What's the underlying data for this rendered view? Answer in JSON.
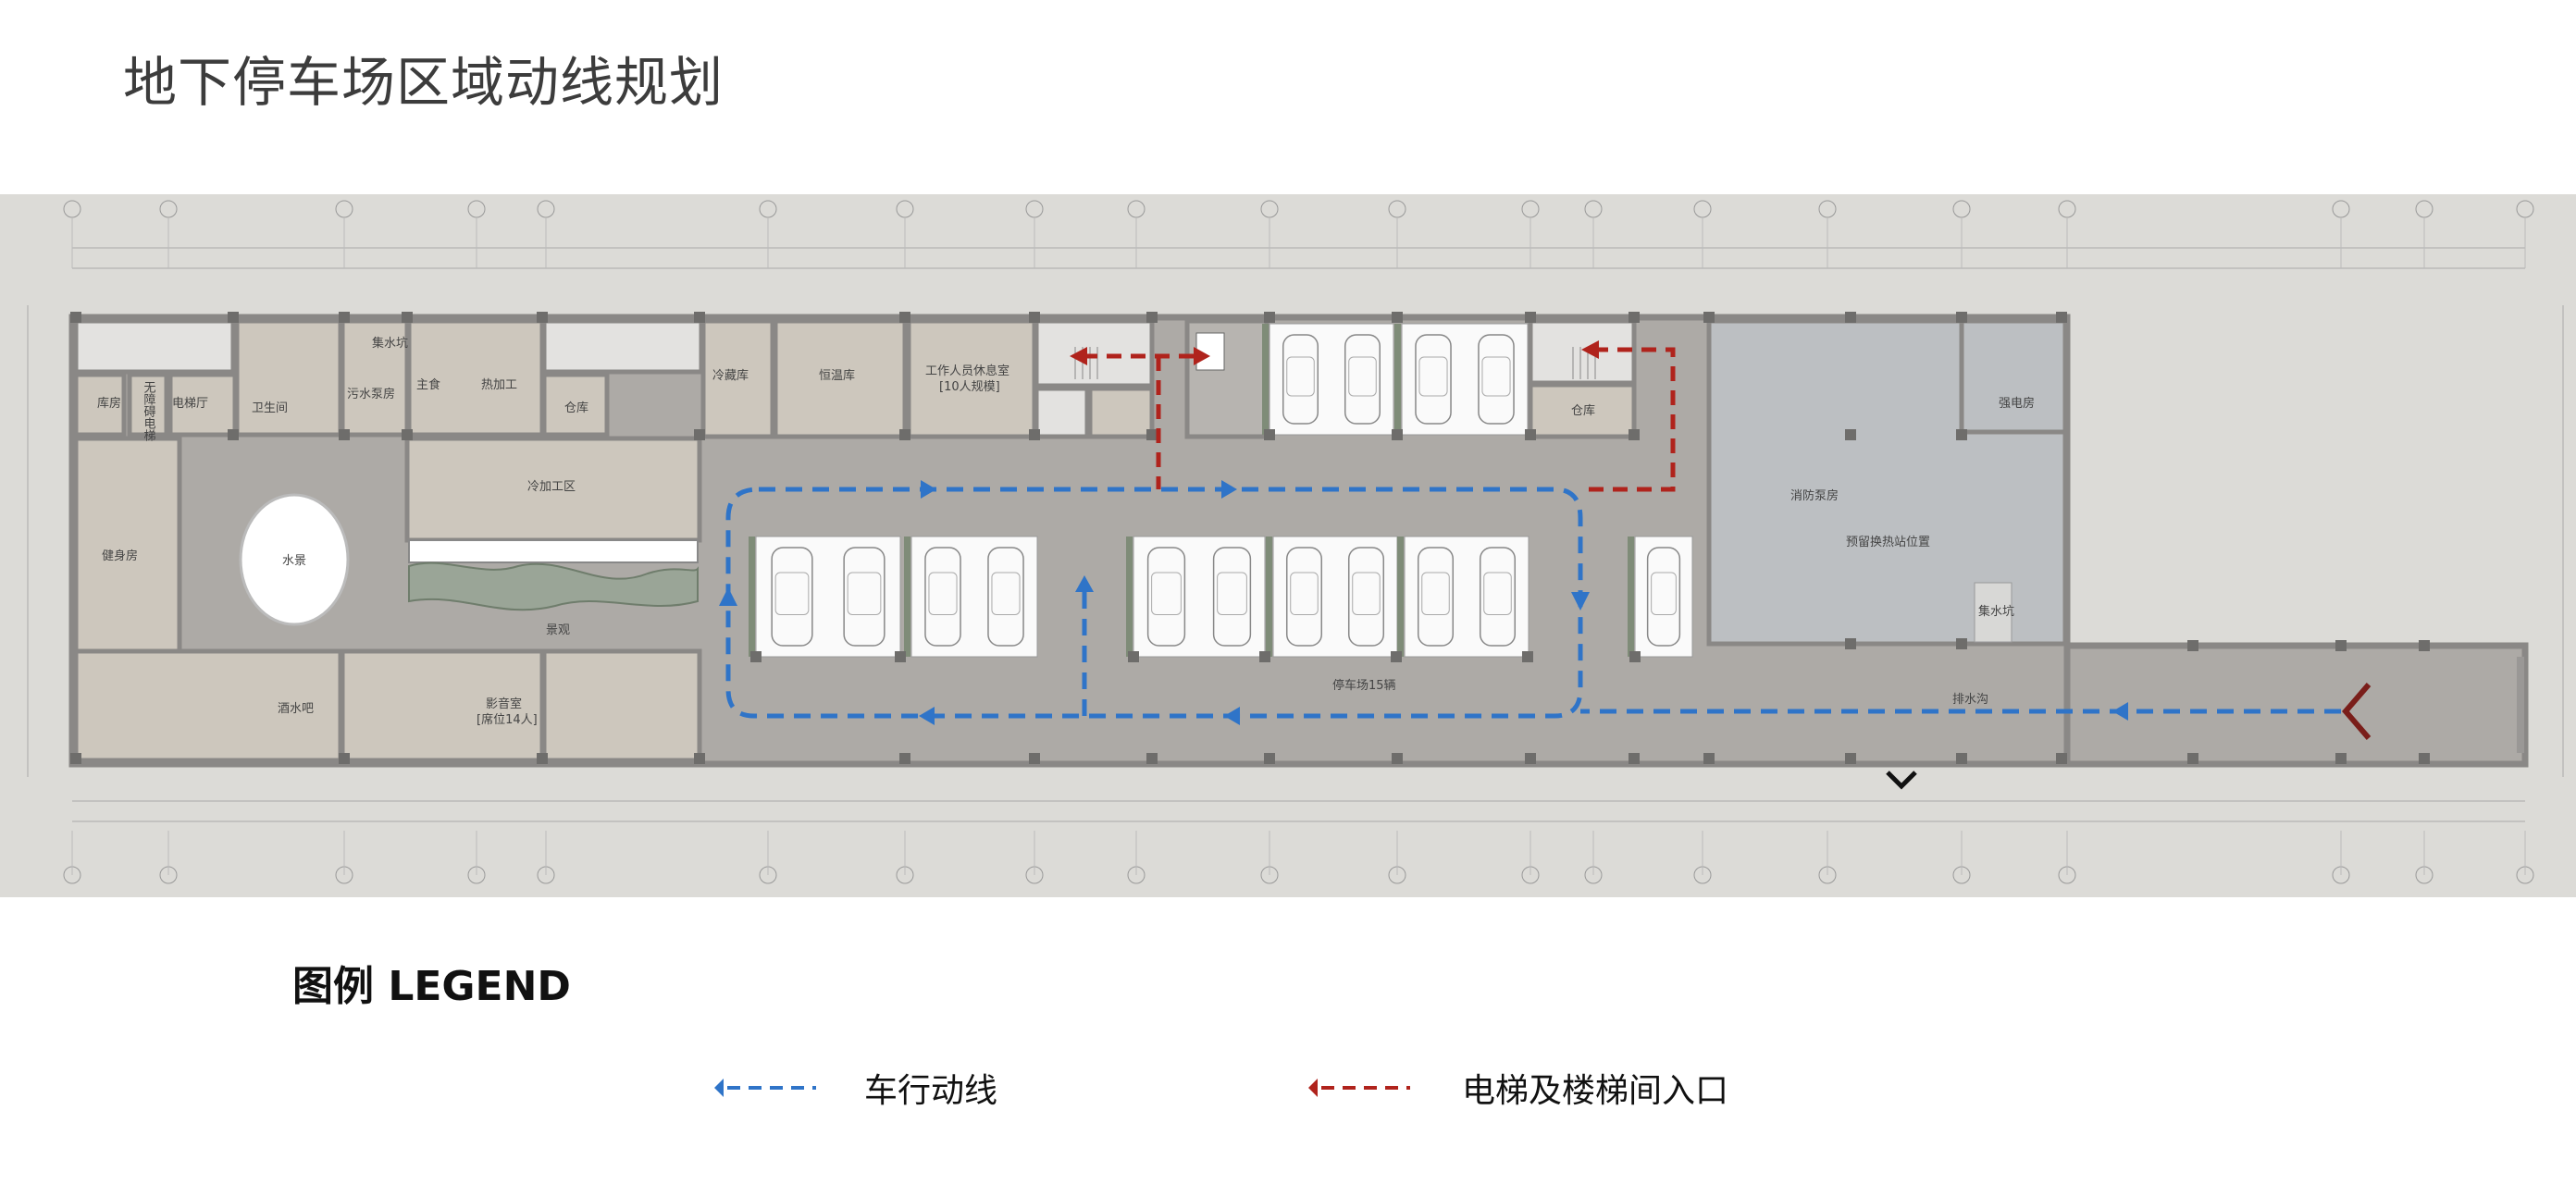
{
  "title": "地下停车场区域动线规划",
  "legend": {
    "heading": "图例 LEGEND",
    "items": [
      {
        "label": "车行动线",
        "color": "#2f74c8"
      },
      {
        "label": "电梯及楼梯间入口",
        "color": "#b0231c"
      }
    ]
  },
  "rooms": {
    "storage1": "库房",
    "accessible_elevator": "无障碍电梯",
    "elevator_hall": "电梯厅",
    "restroom": "卫生间",
    "sewage_pump": "污水泵房",
    "sump1": "集水坑",
    "staple": "主食",
    "hot_kitchen": "热加工",
    "warehouse1": "仓库",
    "cold_kitchen": "冷加工区",
    "gym": "健身房",
    "landscape": "景观",
    "water_feature": "水景",
    "bar": "酒水吧",
    "theater": "影音室",
    "theater_note": "[席位14人]",
    "cold_storage": "冷藏库",
    "constant_temp": "恒温库",
    "staff_lounge": "工作人员休息室",
    "staff_note": "[10人规模]",
    "warehouse2": "仓库",
    "fire_pump": "消防泵房",
    "heat_station": "预留换热站位置",
    "power_room": "强电房",
    "sump2": "集水坑",
    "drain": "排水沟",
    "parking_count": "停车场15辆"
  },
  "colors": {
    "car_flow": "#2f74c8",
    "stair_entry": "#b0231c",
    "background": "#dcdbd7",
    "road": "#adaaa6",
    "room": "#cdc7bd",
    "wall": "#8a8886",
    "fire_room": "#bcbfc2"
  }
}
